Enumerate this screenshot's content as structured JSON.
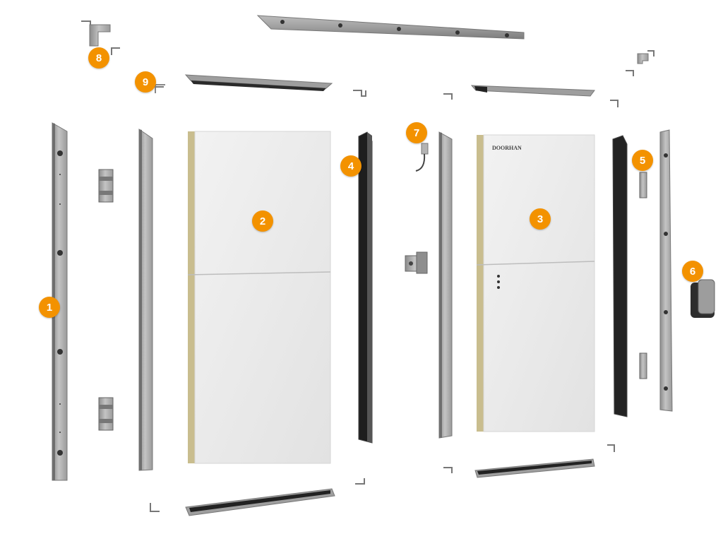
{
  "diagram": {
    "callouts": [
      {
        "id": "part-1",
        "label": "1"
      },
      {
        "id": "part-2",
        "label": "2"
      },
      {
        "id": "part-3",
        "label": "3"
      },
      {
        "id": "part-4",
        "label": "4"
      },
      {
        "id": "part-5",
        "label": "5"
      },
      {
        "id": "part-6",
        "label": "6"
      },
      {
        "id": "part-7",
        "label": "7"
      },
      {
        "id": "part-8",
        "label": "8"
      },
      {
        "id": "part-9",
        "label": "9"
      }
    ],
    "brand_mark": "DOORHAN",
    "colors": {
      "callout": "#f39200",
      "panel": "#ebebeb",
      "insulation": "#c9bd8e",
      "aluminum": "#a9a9a9",
      "rubber": "#1e1e1e"
    }
  }
}
